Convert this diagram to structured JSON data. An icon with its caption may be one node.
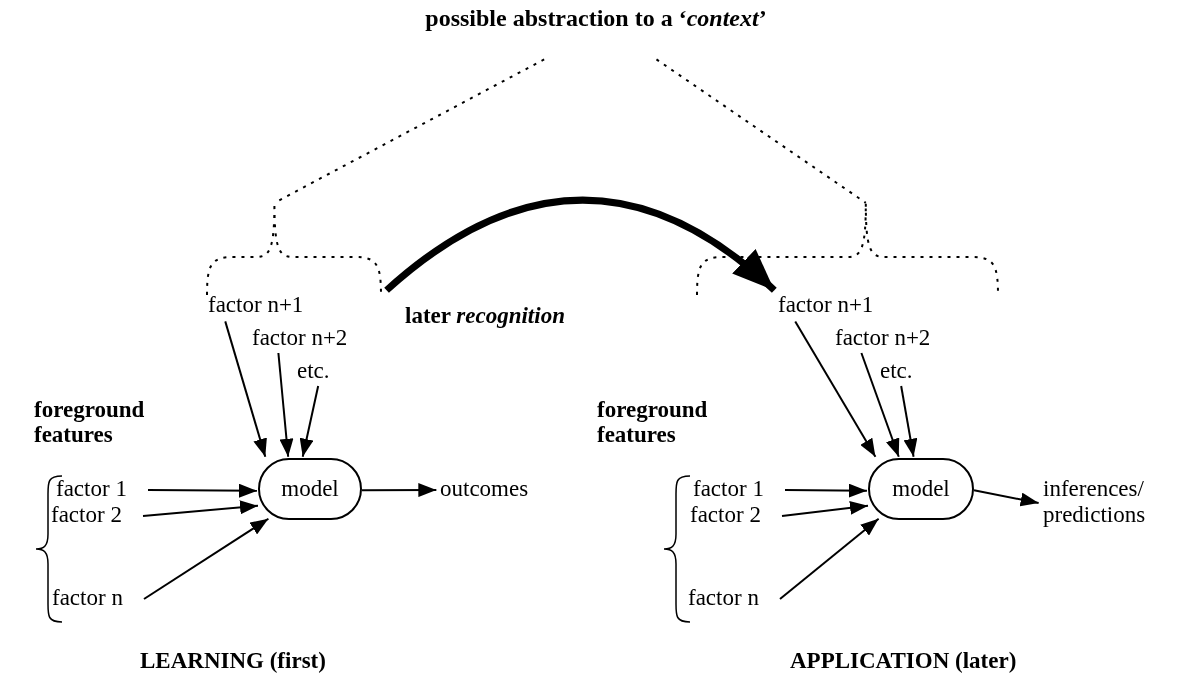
{
  "diagram": {
    "nodes": [
      {
        "text": [
          "possible abstraction to a ‘*context*’"
        ]
      },
      {
        "text": [],
        "shape": "brace"
      },
      {
        "text": [],
        "shape": "brace"
      },
      {
        "text": [
          "factor n+1"
        ]
      },
      {
        "text": [
          "factor n+2"
        ]
      },
      {
        "text": [
          "etc."
        ]
      },
      {
        "text": [
          "factor 1"
        ]
      },
      {
        "text": [
          "factor 2"
        ]
      },
      {
        "text": [
          "factor n"
        ]
      },
      {
        "text": [
          "model"
        ]
      },
      {
        "text": [
          "outcomes"
        ]
      },
      {
        "text": [
          "factor n+1"
        ]
      },
      {
        "text": [
          "factor n+2"
        ]
      },
      {
        "text": [
          "etc."
        ]
      },
      {
        "text": [
          "factor 1"
        ]
      },
      {
        "text": [
          "factor 2"
        ]
      },
      {
        "text": [
          "factor n"
        ]
      },
      {
        "text": [
          "model"
        ]
      },
      {
        "text": [
          "inferences/ predictions"
        ]
      }
    ],
    "edges": [
      {
        "from": 0,
        "to": 1,
        "arrow": "none",
        "style": "dashed"
      },
      {
        "from": 0,
        "to": 2,
        "arrow": "none",
        "style": "dashed"
      },
      {
        "from": 1,
        "to": 2,
        "arrow": "to",
        "style": "thick",
        "label": "later *recognition*"
      },
      {
        "from": 3,
        "to": 9,
        "arrow": "to"
      },
      {
        "from": 4,
        "to": 9,
        "arrow": "to"
      },
      {
        "from": 5,
        "to": 9,
        "arrow": "to"
      },
      {
        "from": 6,
        "to": 9,
        "arrow": "to"
      },
      {
        "from": 7,
        "to": 9,
        "arrow": "to"
      },
      {
        "from": 8,
        "to": 9,
        "arrow": "to"
      },
      {
        "from": 9,
        "to": 10,
        "arrow": "to"
      },
      {
        "from": 11,
        "to": 17,
        "arrow": "to"
      },
      {
        "from": 12,
        "to": 17,
        "arrow": "to"
      },
      {
        "from": 13,
        "to": 17,
        "arrow": "to"
      },
      {
        "from": 14,
        "to": 17,
        "arrow": "to"
      },
      {
        "from": 15,
        "to": 17,
        "arrow": "to"
      },
      {
        "from": 16,
        "to": 17,
        "arrow": "to"
      },
      {
        "from": 17,
        "to": 18,
        "arrow": "to"
      }
    ],
    "labels": [
      "foreground features",
      "foreground features",
      "LEARNING (first)",
      "APPLICATION (later)"
    ]
  }
}
